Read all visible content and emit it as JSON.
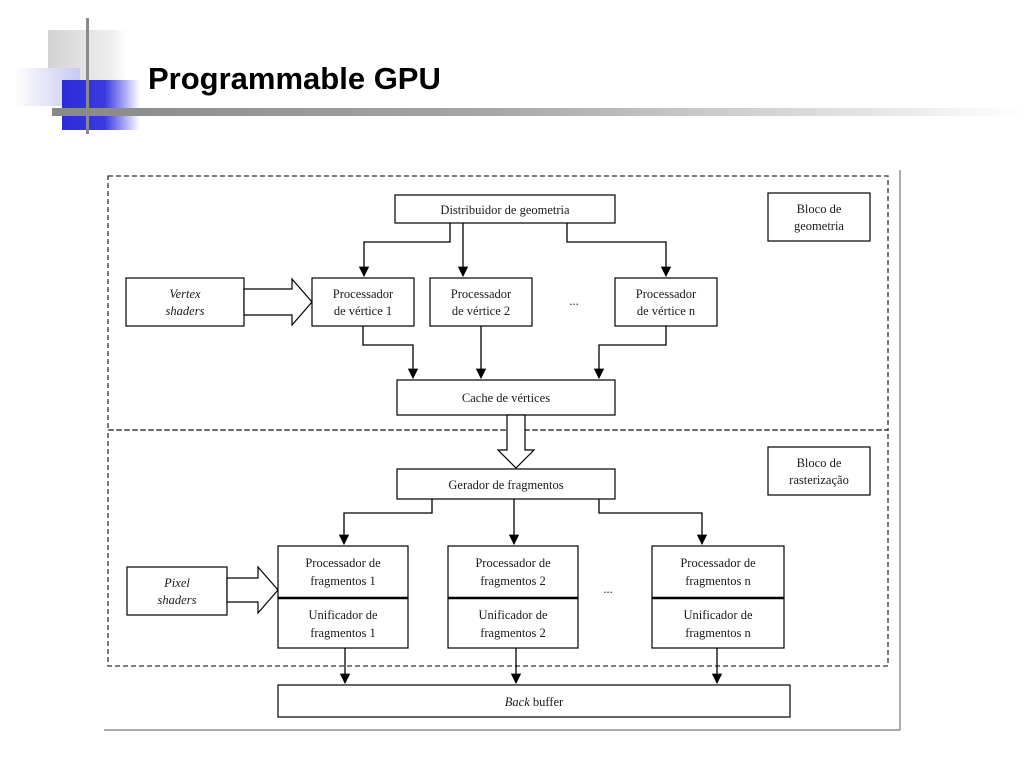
{
  "slide": {
    "title": "Programmable GPU"
  },
  "diagram": {
    "geometry_block_label": [
      "Bloco de",
      "geometria"
    ],
    "raster_block_label": [
      "Bloco de",
      "rasterização"
    ],
    "distributor": "Distribuidor de geometria",
    "vertex_shaders": [
      "Vertex",
      "shaders"
    ],
    "vertex_processors": [
      [
        "Processador",
        "de vértice 1"
      ],
      [
        "Processador",
        "de vértice 2"
      ],
      [
        "Processador",
        "de vértice n"
      ]
    ],
    "vertex_ellipsis": "...",
    "vertex_cache": "Cache de vértices",
    "fragment_generator": "Gerador de fragmentos",
    "pixel_shaders": [
      "Pixel",
      "shaders"
    ],
    "fragment_processors": [
      [
        "Processador de",
        "fragmentos 1"
      ],
      [
        "Processador de",
        "fragmentos 2"
      ],
      [
        "Processador de",
        "fragmentos n"
      ]
    ],
    "fragment_unifiers": [
      [
        "Unificador de",
        "fragmentos 1"
      ],
      [
        "Unificador de",
        "fragmentos 2"
      ],
      [
        "Unificador de",
        "fragmentos n"
      ]
    ],
    "fragment_ellipsis": "...",
    "back_buffer_italic": "Back",
    "back_buffer_rest": "buffer"
  }
}
